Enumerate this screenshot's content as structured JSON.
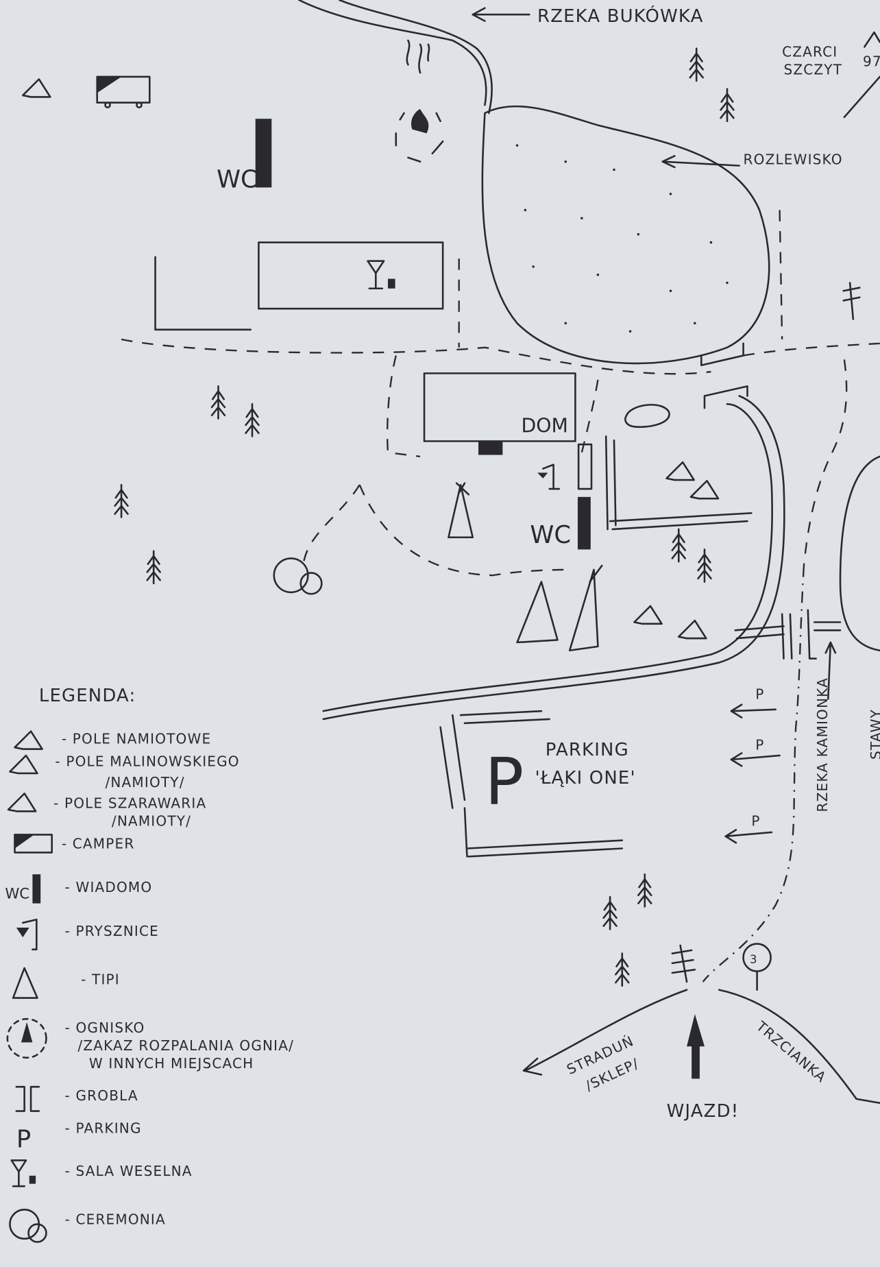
{
  "map": {
    "labels": {
      "river_bukowka": "RZEKA BUKÓWKA",
      "peak_line1": "CZARCI",
      "peak_line2": "SZCZYT",
      "peak_height": "97",
      "floodplain": "ROZLEWISKO",
      "house": "DOM",
      "wc_top": "WC",
      "wc_center": "WC",
      "parking_line1": "PARKING",
      "parking_line2": "'ŁĄKI ONE'",
      "parking_symbol": "P",
      "parking_arrows": [
        "P",
        "P",
        "P"
      ],
      "river_kamionka": "RZEKA KAMIONKA",
      "ponds": "STAWY",
      "road_left_line1": "STRADUŃ",
      "road_left_line2": "/SKLEP/",
      "road_right": "TRZCIANKA",
      "entrance": "WJAZD!"
    }
  },
  "legend": {
    "title": "LEGENDA:",
    "items": [
      {
        "icon": "tent-icon",
        "label": "- POLE NAMIOTOWE"
      },
      {
        "icon": "tent-malinowski-icon",
        "label": "- POLE MALINOWSKIEGO",
        "sub": "/NAMIOTY/"
      },
      {
        "icon": "tent-szarawaria-icon",
        "label": "- POLE SZARAWARIA",
        "sub": "/NAMIOTY/"
      },
      {
        "icon": "camper-icon",
        "label": "- CAMPER"
      },
      {
        "icon": "wc-icon",
        "label": "- WIADOMO",
        "icon_text": "WC"
      },
      {
        "icon": "shower-icon",
        "label": "- PRYSZNICE"
      },
      {
        "icon": "tipi-icon",
        "label": "- TIPI"
      },
      {
        "icon": "campfire-icon",
        "label": "- OGNISKO",
        "sub": "/ZAKAZ ROZPALANIA OGNIA/",
        "sub2": "W INNYCH MIEJSCACH"
      },
      {
        "icon": "dike-icon",
        "label": "- GROBLA"
      },
      {
        "icon": "parking-icon",
        "label": "- PARKING",
        "icon_text": "P"
      },
      {
        "icon": "wedding-hall-icon",
        "label": "- SALA WESELNA"
      },
      {
        "icon": "ceremony-icon",
        "label": "- CEREMONIA"
      }
    ]
  }
}
